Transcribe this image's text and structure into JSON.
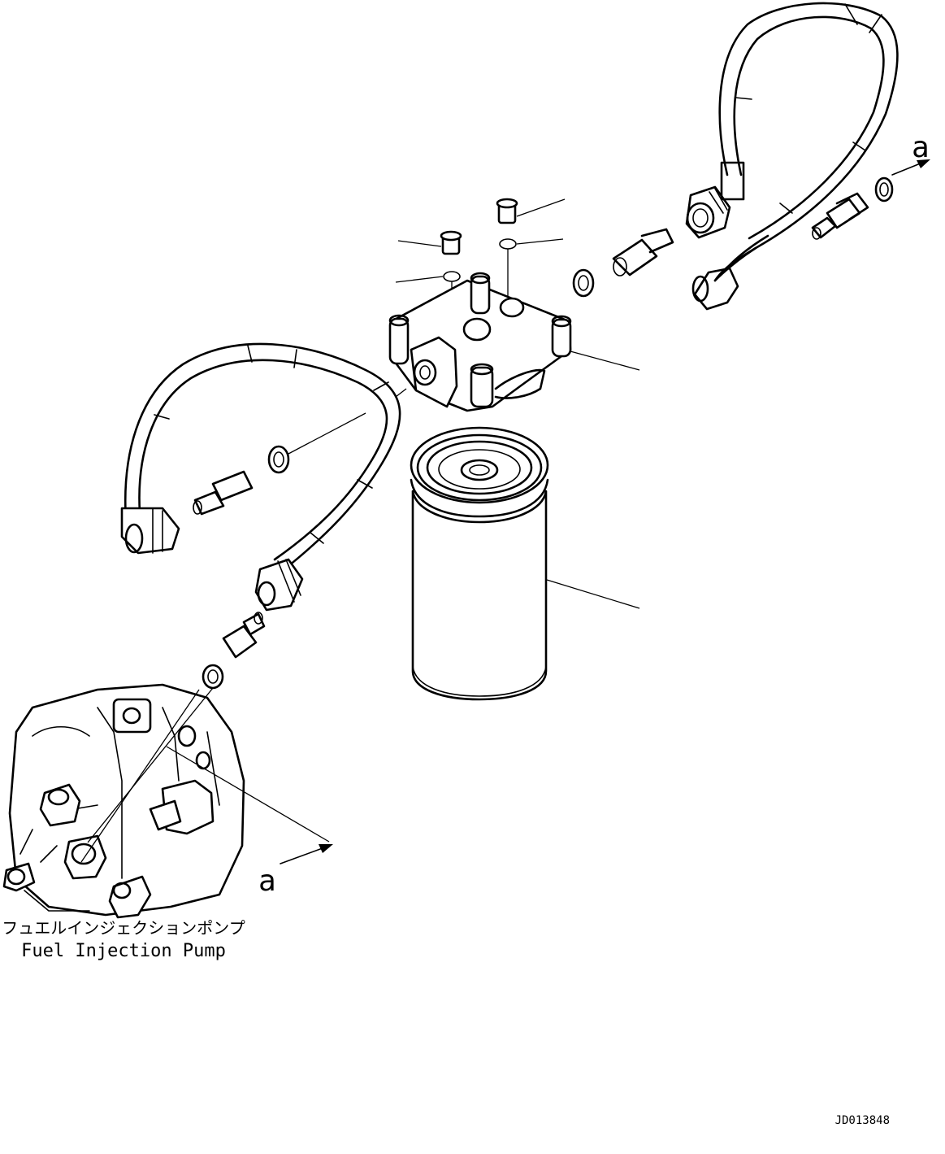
{
  "diagram": {
    "pump_label_jp": "フュエルインジェクションポンプ",
    "pump_label_en": "Fuel Injection Pump",
    "ref_letter_top": "a",
    "ref_letter_bottom": "a",
    "drawing_number": "JD013848"
  }
}
